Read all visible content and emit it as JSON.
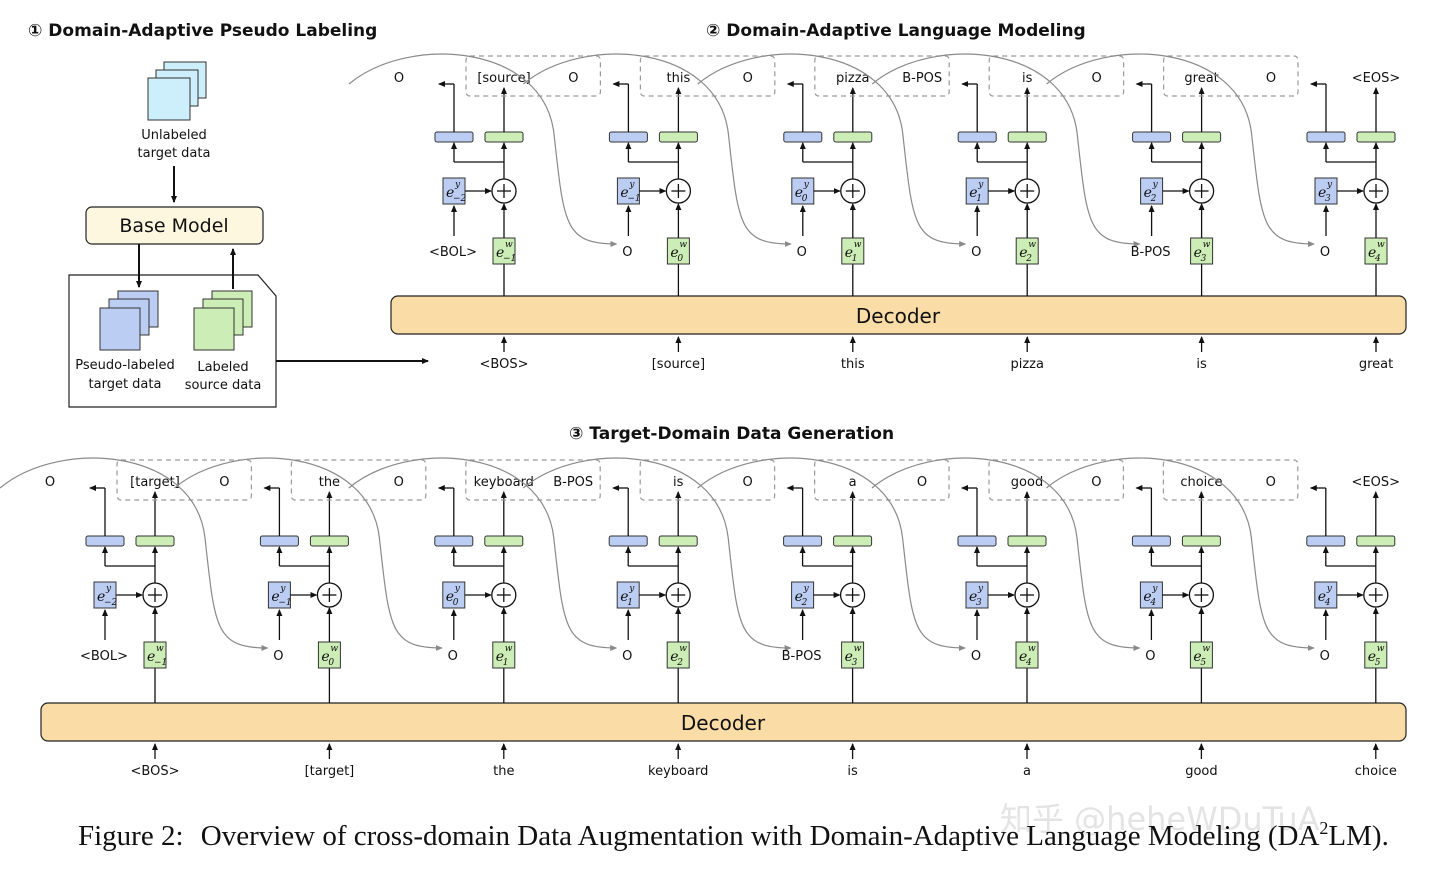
{
  "colors": {
    "decoder_fill": "#f9dca6",
    "base_model_fill": "#fdf7df",
    "label_block": "#bccdf3",
    "word_block": "#cdedb6",
    "unlabeled_doc": "#cdeefb",
    "pseudo_doc": "#bccdf3",
    "labeled_doc": "#cdedb6",
    "arrow_gray": "#8a8a8a",
    "dash_gray": "#9a9a9a"
  },
  "section1": {
    "title": "① Domain-Adaptive Pseudo Labeling",
    "unlabeled": [
      "Unlabeled",
      "target data"
    ],
    "base_model": "Base Model",
    "pseudo": [
      "Pseudo-labeled",
      "target data"
    ],
    "labeled": [
      "Labeled",
      "source data"
    ]
  },
  "section2": {
    "title": "② Domain-Adaptive Language Modeling",
    "decoder": "Decoder",
    "inputs": [
      "<BOS>",
      "[source]",
      "this",
      "pizza",
      "is",
      "great"
    ],
    "out_labels": [
      "O",
      "O",
      "O",
      "B-POS",
      "O",
      "O"
    ],
    "out_words": [
      "[source]",
      "this",
      "pizza",
      "is",
      "great",
      "<EOS>"
    ],
    "bottom_labels": [
      "<BOL>",
      "O",
      "O",
      "O",
      "B-POS",
      "O"
    ],
    "ey_sub": [
      "−2",
      "−1",
      "0",
      "1",
      "2",
      "3"
    ],
    "ew_sub": [
      "−1",
      "0",
      "1",
      "2",
      "3",
      "4"
    ]
  },
  "section3": {
    "title": "③ Target-Domain Data Generation",
    "decoder": "Decoder",
    "inputs": [
      "<BOS>",
      "[target]",
      "the",
      "keyboard",
      "is",
      "a",
      "good",
      "choice"
    ],
    "out_labels": [
      "O",
      "O",
      "O",
      "B-POS",
      "O",
      "O",
      "O",
      "O"
    ],
    "out_words": [
      "[target]",
      "the",
      "keyboard",
      "is",
      "a",
      "good",
      "choice",
      "<EOS>"
    ],
    "bottom_labels": [
      "<BOL>",
      "O",
      "O",
      "O",
      "B-POS",
      "O",
      "O",
      "O"
    ],
    "ey_sub": [
      "−2",
      "−1",
      "0",
      "1",
      "2",
      "3",
      "4",
      "4"
    ],
    "ew_sub": [
      "−1",
      "0",
      "1",
      "2",
      "3",
      "4",
      "5",
      "5"
    ]
  },
  "caption": {
    "prefix": "Figure 2:",
    "text": "Overview of cross-domain Data Augmentation with Domain-Adaptive Language Modeling (DA",
    "sup": "2",
    "suffix": "LM)."
  },
  "watermark": "知乎 @heheWDuTuA"
}
